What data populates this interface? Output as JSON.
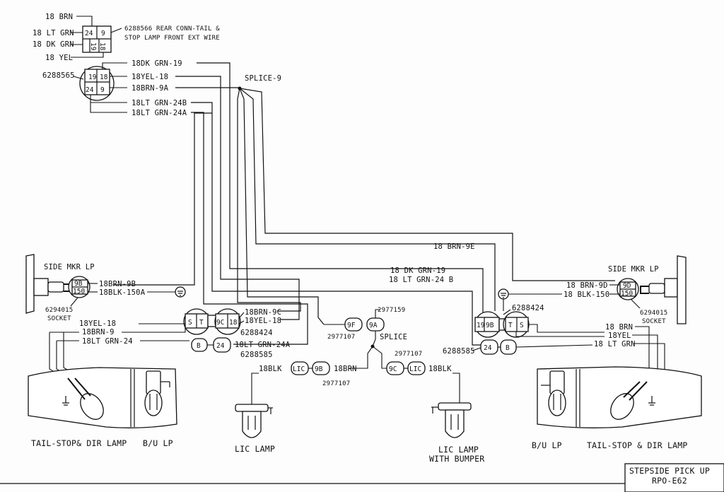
{
  "top_connector": {
    "pins": [
      "24",
      "9",
      "19",
      "18"
    ],
    "wires": [
      "18 BRN",
      "18 LT GRN",
      "18 DK GRN",
      "18 YEL"
    ],
    "part_line1": "6288566 REAR CONN-TAIL &",
    "part_line2": "STOP LAMP FRONT EXT WIRE"
  },
  "upper_connector": {
    "part": "6288565",
    "pins": [
      "19",
      "18",
      "24",
      "9"
    ],
    "wires": [
      "18DK GRN-19",
      "18YEL-18",
      "18BRN-9A",
      "18LT GRN-24B",
      "18LT GRN-24A"
    ],
    "splice": "SPLICE-9"
  },
  "left_side": {
    "marker_title": "SIDE MKR LP",
    "marker_pins": [
      "9B",
      "150"
    ],
    "marker_wires": [
      "18BRN-9B",
      "18BLK-150A"
    ],
    "socket_part": "6294015",
    "socket_label": "SOCKET",
    "conn_pins": [
      "S",
      "T",
      "9C",
      "18"
    ],
    "conn_wires_right": [
      "18BRN-9C",
      "18YEL-18"
    ],
    "conn_part": "6288424",
    "left_wires": [
      "18YEL-18",
      "18BRN-9",
      "18LT GRN-24"
    ],
    "single_pins": [
      "B",
      "24"
    ],
    "single_wire": "18LT GRN-24A",
    "single_part": "6288585",
    "lamp1": "TAIL-STOP& DIR LAMP",
    "lamp2": "B/U LP"
  },
  "center": {
    "wires": [
      "18 BRN-9E",
      "18 DK GRN-19",
      "18 LT GRN-24 B"
    ],
    "pins_top": [
      "9F",
      "9A"
    ],
    "part_top": "2977159",
    "part_left": "2977107",
    "splice": "SPLICE",
    "part_right": "2977107",
    "lic_left": [
      "18BLK",
      "LIC",
      "9B",
      "18BRN"
    ],
    "lic_left_part": "2977107",
    "lic_right": [
      "9C",
      "LIC",
      "18BLK"
    ],
    "lamp_left": "LIC LAMP",
    "lamp_right_1": "LIC LAMP",
    "lamp_right_2": "WITH BUMPER"
  },
  "right_side": {
    "marker_title": "SIDE MKR LP",
    "marker_pins": [
      "9D",
      "150"
    ],
    "marker_wires": [
      "18 BRN-9D",
      "18 BLK-150"
    ],
    "socket_part": "6294015",
    "socket_label": "SOCKET",
    "conn_part": "6288424",
    "conn_pins": [
      "19",
      "9B",
      "T",
      "S"
    ],
    "right_wires": [
      "18 BRN",
      "18YEL",
      "18 LT GRN"
    ],
    "single_pins": [
      "24",
      "B"
    ],
    "single_part": "6288585",
    "lamp1": "B/U LP",
    "lamp2": "TAIL-STOP & DIR LAMP"
  },
  "title_block": {
    "line1": "STEPSIDE PICK UP",
    "line2": "RPO-E62"
  }
}
